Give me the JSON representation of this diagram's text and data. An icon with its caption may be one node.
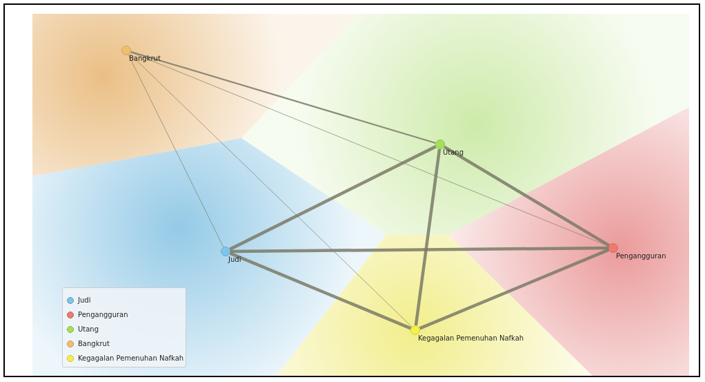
{
  "diagram": {
    "nodes": [
      {
        "text": [
          "Bangkrut"
        ]
      },
      {
        "text": [
          "Utang"
        ]
      },
      {
        "text": [
          "Judi"
        ]
      },
      {
        "text": [
          "Pengangguran"
        ]
      },
      {
        "text": [
          "Kegagalan Pemenuhan Nafkah"
        ]
      }
    ],
    "edges": [
      {
        "from": 0,
        "to": 1,
        "arrow": "none"
      },
      {
        "from": 0,
        "to": 2,
        "arrow": "none"
      },
      {
        "from": 0,
        "to": 4,
        "arrow": "none"
      },
      {
        "from": 0,
        "to": 3,
        "arrow": "none"
      },
      {
        "from": 1,
        "to": 2,
        "arrow": "none"
      },
      {
        "from": 1,
        "to": 4,
        "arrow": "none"
      },
      {
        "from": 1,
        "to": 3,
        "arrow": "none"
      },
      {
        "from": 2,
        "to": 3,
        "arrow": "none"
      },
      {
        "from": 2,
        "to": 4,
        "arrow": "none"
      },
      {
        "from": 3,
        "to": 4,
        "arrow": "none"
      }
    ],
    "legend": [
      {
        "text": "Judi",
        "color": "#7fc4ea"
      },
      {
        "text": "Pengangguran",
        "color": "#ee7b6e"
      },
      {
        "text": "Utang",
        "color": "#a6e05a"
      },
      {
        "text": "Bangkrut",
        "color": "#f1be6e"
      },
      {
        "text": "Kegagalan Pemenuhan Nafkah",
        "color": "#f5f04a"
      }
    ]
  }
}
